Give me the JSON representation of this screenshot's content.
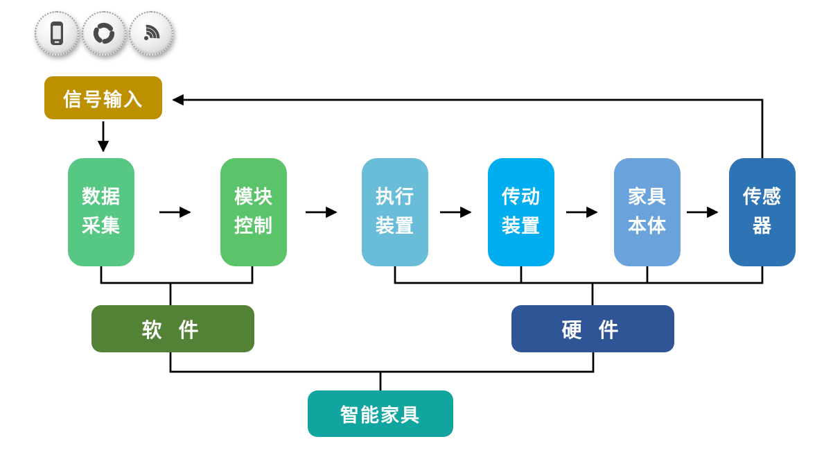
{
  "badges": {
    "items": [
      {
        "icon": "smartphone-icon"
      },
      {
        "icon": "shutter-icon"
      },
      {
        "icon": "wifi-icon"
      }
    ]
  },
  "signal_input": {
    "label": "信号输入",
    "color": "#BD9000"
  },
  "flow_nodes": [
    {
      "label": "数据采集",
      "color": "#57C784"
    },
    {
      "label": "模块控制",
      "color": "#5BC46A"
    },
    {
      "label": "执行装置",
      "color": "#69BDD9"
    },
    {
      "label": "传动装置",
      "color": "#00AEEF"
    },
    {
      "label": "家具本体",
      "color": "#6AA3DC"
    },
    {
      "label": "传感器",
      "color": "#2E74B5"
    }
  ],
  "groups": {
    "software": {
      "label": "软 件",
      "color": "#538135"
    },
    "hardware": {
      "label": "硬 件",
      "color": "#2F5597"
    },
    "root": {
      "label": "智能家具",
      "color": "#12A5A0"
    }
  },
  "line_color": "#000000"
}
